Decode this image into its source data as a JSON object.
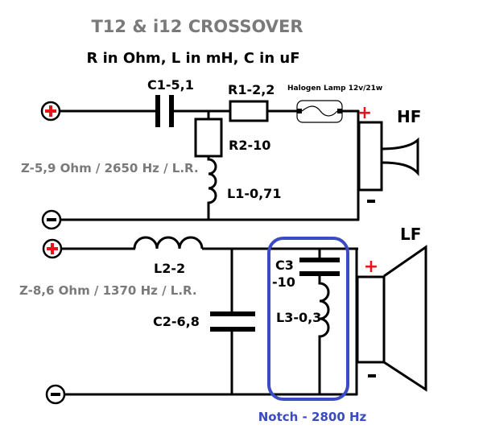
{
  "title": "T12  &  i12  CROSSOVER",
  "subtitle": "R  in  Ohm, L  in  mH, C  in uF",
  "colors": {
    "wire": "#000000",
    "title_gray": "#7a7a7a",
    "plus_red": "#e8141c",
    "notch_blue": "#3a4bc4",
    "background": "#ffffff"
  },
  "hf_section": {
    "input_plus_icon": "plus-terminal-icon",
    "input_minus_icon": "minus-terminal-icon",
    "components": {
      "c1": "C1-5,1",
      "r1": "R1-2,2",
      "r2": "R2-10",
      "l1": "L1-0,71",
      "lamp": "Halogen Lamp  12v/21w"
    },
    "impedance_note": "Z-5,9 Ohm / 2650 Hz / L.R.",
    "speaker_label": "HF",
    "speaker_plus": "+",
    "speaker_minus": "-"
  },
  "lf_section": {
    "components": {
      "l2": "L2-2",
      "c2": "C2-6,8",
      "c3_top": "C3",
      "c3_bottom": "-10",
      "l3": "L3-0,3"
    },
    "impedance_note": "Z-8,6 Ohm / 1370 Hz / L.R.",
    "speaker_label": "LF",
    "speaker_plus": "+",
    "speaker_minus": "-",
    "notch_label": "Notch - 2800 Hz"
  }
}
